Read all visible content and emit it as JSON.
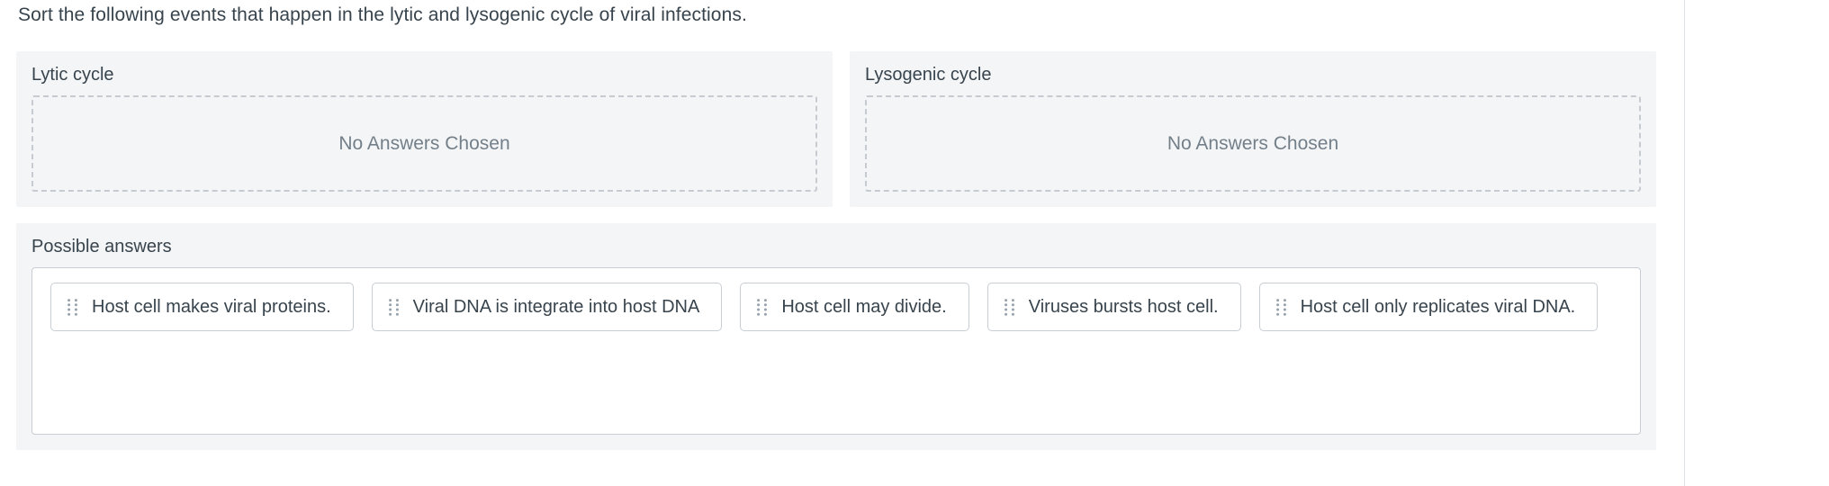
{
  "prompt": "Sort the following events that happen in the lytic and lysogenic cycle of viral infections.",
  "zones": [
    {
      "title": "Lytic cycle",
      "placeholder": "No Answers Chosen"
    },
    {
      "title": "Lysogenic cycle",
      "placeholder": "No Answers Chosen"
    }
  ],
  "answers": {
    "title": "Possible answers",
    "handle_icon": "drag-handle-icon",
    "items": [
      {
        "label": "Host cell makes viral proteins."
      },
      {
        "label": "Viral DNA is integrate into host DNA"
      },
      {
        "label": "Host cell may divide."
      },
      {
        "label": "Viruses bursts host cell."
      },
      {
        "label": "Host cell only replicates viral DNA."
      }
    ]
  },
  "colors": {
    "text": "#38444d",
    "muted_text": "#737f89",
    "card_bg": "#f4f5f6",
    "dashed_border": "#c5cbd1",
    "chip_border": "#c8ced4",
    "handle": "#98a2ab",
    "divider": "#dfe2e5"
  }
}
